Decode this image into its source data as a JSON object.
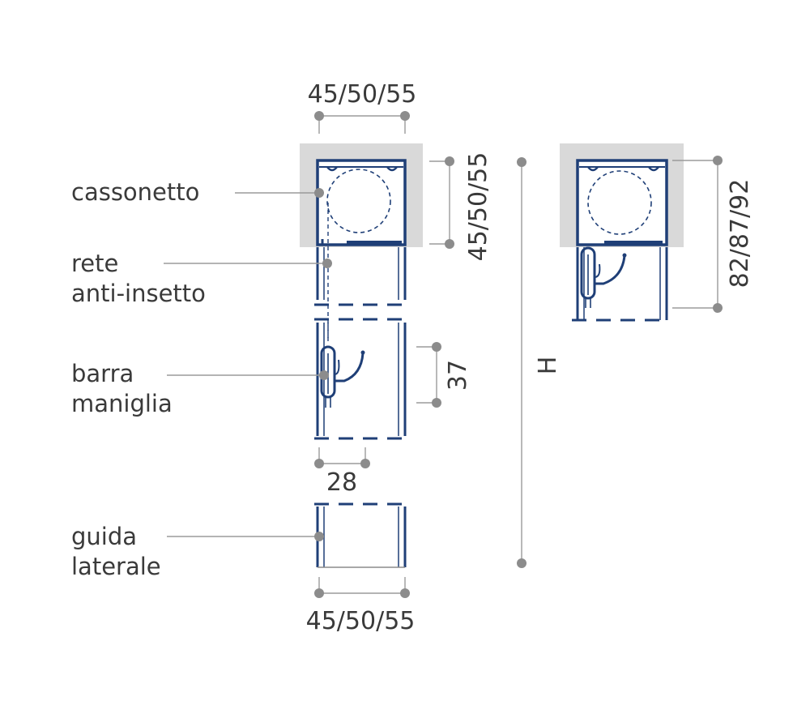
{
  "labels": {
    "cassonetto": "cassonetto",
    "rete": "rete",
    "anti_insetto": "anti-insetto",
    "barra": "barra",
    "maniglia": "maniglia",
    "guida": "guida",
    "laterale": "laterale"
  },
  "dimensions": {
    "top_width": "45/50/55",
    "box_height": "45/50/55",
    "handle_height": "37",
    "handle_width": "28",
    "bottom_width": "45/50/55",
    "overall_height": "H",
    "alt_box_height": "82/87/92"
  },
  "colors": {
    "profile": "#1f3f77",
    "leader": "#9b9b9b",
    "housing": "#d9d9d9",
    "text": "#3a3a3a"
  }
}
